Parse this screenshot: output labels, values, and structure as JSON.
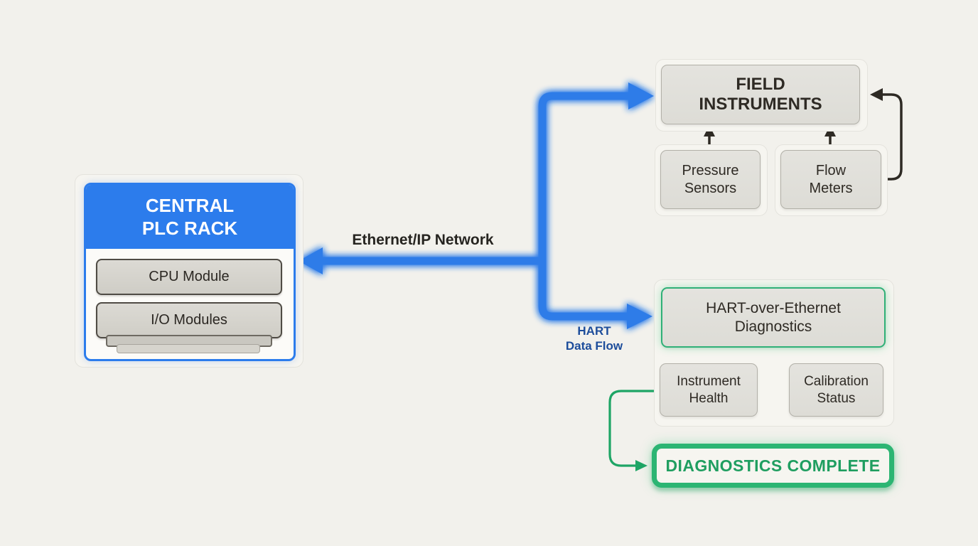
{
  "colors": {
    "blue_accent": "#2c7cec",
    "green_accent": "#2cb573",
    "green_line": "#1ea565",
    "navy_label": "#1d4d9b",
    "ink": "#2e2a24"
  },
  "plc_rack": {
    "title": "CENTRAL\nPLC RACK",
    "cpu_module": "CPU Module",
    "io_modules": "I/O Modules"
  },
  "network_label": "Ethernet/IP Network",
  "field_instruments": {
    "title": "FIELD\nINSTRUMENTS",
    "pressure_sensors": "Pressure\nSensors",
    "flow_meters": "Flow\nMeters"
  },
  "hart": {
    "data_flow_label": "HART\nData Flow",
    "diagnostics_title": "HART-over-Ethernet\nDiagnostics",
    "instrument_health": "Instrument\nHealth",
    "calibration_status": "Calibration\nStatus",
    "complete_banner": "DIAGNOSTICS COMPLETE"
  }
}
